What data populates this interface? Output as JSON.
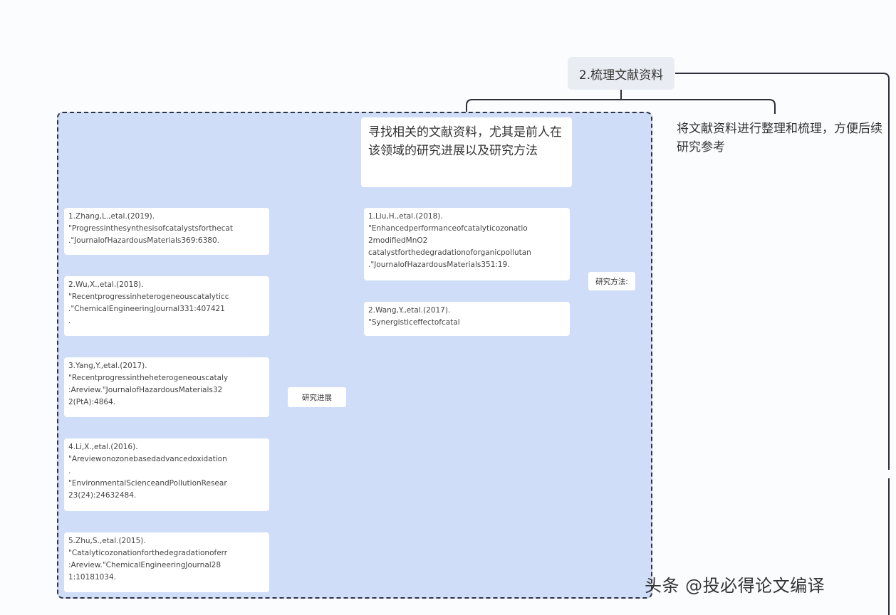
{
  "topic": {
    "label": "2.梳理文献资料"
  },
  "description": "将文献资料进行整理和梳理，方便后续研究参考",
  "subtopic": "寻找相关的文献资料，尤其是前人在该领域的研究进展以及研究方法",
  "methods": {
    "label": "研究方法:",
    "items": [
      {
        "text": "1.Liu,H.,etal.(2018).\n\"Enhancedperformanceofcatalyticozonatio\n2modifiedMnO2\ncatalystforthedegradationoforganicpollutan\n.\"JournalofHazardousMaterials351:19."
      },
      {
        "text": "2.Wang,Y.,etal.(2017).\n\"Synergisticeffectofcatal"
      }
    ]
  },
  "progress": {
    "label": "研究进展",
    "items": [
      {
        "text": "1.Zhang,L.,etal.(2019).\n\"Progressinthesynthesisofcatalystsforthecat\n.\"JournalofHazardousMaterials369:6380."
      },
      {
        "text": "2.Wu,X.,etal.(2018).\n\"Recentprogressinheterogeneouscatalyticc\n.\"ChemicalEngineeringJournal331:407421\n."
      },
      {
        "text": "3.Yang,Y.,etal.(2017).\n\"Recentprogressintheheterogeneouscataly\n:Areview.\"JournalofHazardousMaterials32\n2(PtA):4864."
      },
      {
        "text": "4.Li,X.,etal.(2016).\n\"Areviewonozonebasedadvancedoxidation\n.\n\"EnvironmentalScienceandPollutionResear\n23(24):24632484."
      },
      {
        "text": "5.Zhu,S.,etal.(2015).\n\"Catalyticozonationforthedegradationoferr\n:Areview.\"ChemicalEngineeringJournal28\n1:10181034."
      }
    ]
  },
  "watermark": "头条 @投必得论文编译",
  "colors": {
    "panel": "#cfddf8",
    "line": "#2b2f3a",
    "topic_bg": "#e9ecf2"
  }
}
